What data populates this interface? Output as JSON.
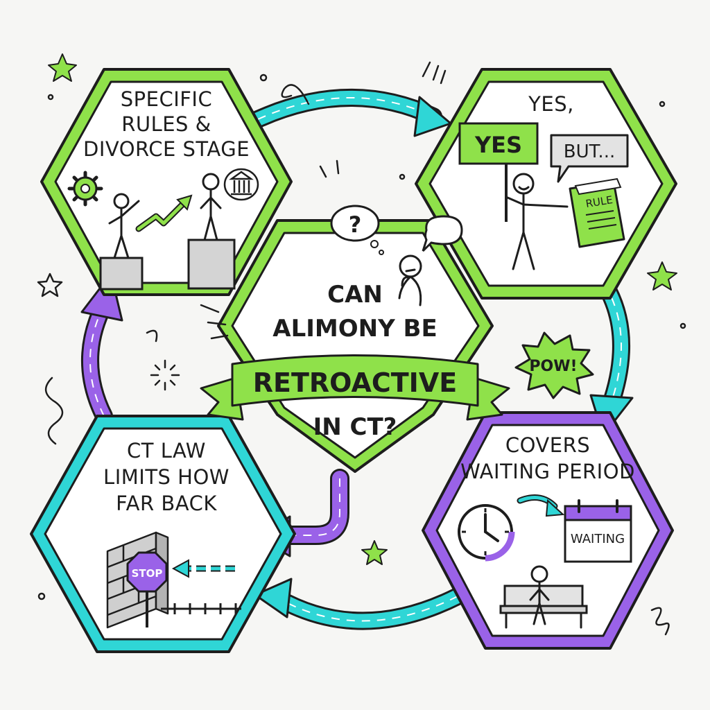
{
  "center": {
    "line1": "CAN",
    "line2": "ALIMONY BE",
    "banner": "RETROACTIVE",
    "line3": "IN CT?",
    "thought_mark": "?"
  },
  "top_left": {
    "lines": [
      "SPECIFIC",
      "RULES &",
      "DIVORCE STAGE"
    ]
  },
  "top_right": {
    "title": "YES,",
    "sign": "YES",
    "bubble": "BUT...",
    "book": "RULE"
  },
  "bottom_right": {
    "lines": [
      "COVERS",
      "WAITING PERIOD"
    ],
    "calendar": "WAITING"
  },
  "bottom_left": {
    "lines": [
      "CT LAW",
      "LIMITS HOW",
      "FAR BACK"
    ],
    "stop_sign": "STOP"
  },
  "burst": "POW!",
  "colors": {
    "green": "#8fe14a",
    "cyan": "#2fd6d6",
    "purple": "#9a62e8",
    "ink": "#1d1d1d"
  }
}
